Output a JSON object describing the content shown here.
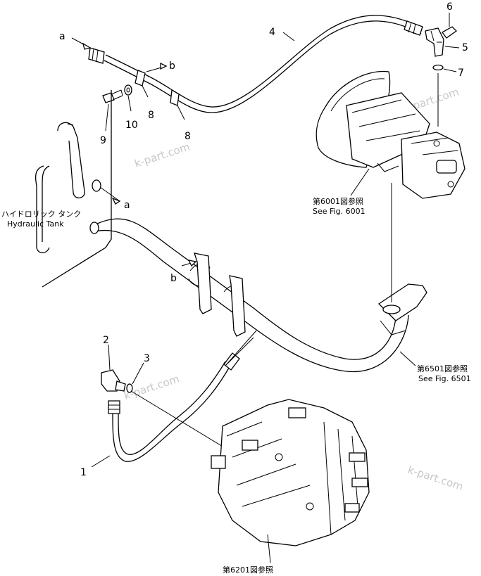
{
  "labels": {
    "a_top": "a",
    "b_top": "b",
    "a_mid": "a",
    "b_mid": "b",
    "n1": "1",
    "n2": "2",
    "n3": "3",
    "n4": "4",
    "n5": "5",
    "n6": "6",
    "n7": "7",
    "n8a": "8",
    "n8b": "8",
    "n9": "9",
    "n10": "10"
  },
  "tank": {
    "jp": "ハイドロリック タンク",
    "en": "Hydraulic Tank"
  },
  "refs": {
    "pump_jp": "第6001図参照",
    "pump_en": "See Fig. 6001",
    "pipe_jp": "第6501図参照",
    "pipe_en": "See Fig. 6501",
    "valve_jp": "第6201図参照"
  },
  "watermarks": [
    "k-part.com",
    "k-part.com",
    "k-part.com",
    "k-part.com"
  ]
}
